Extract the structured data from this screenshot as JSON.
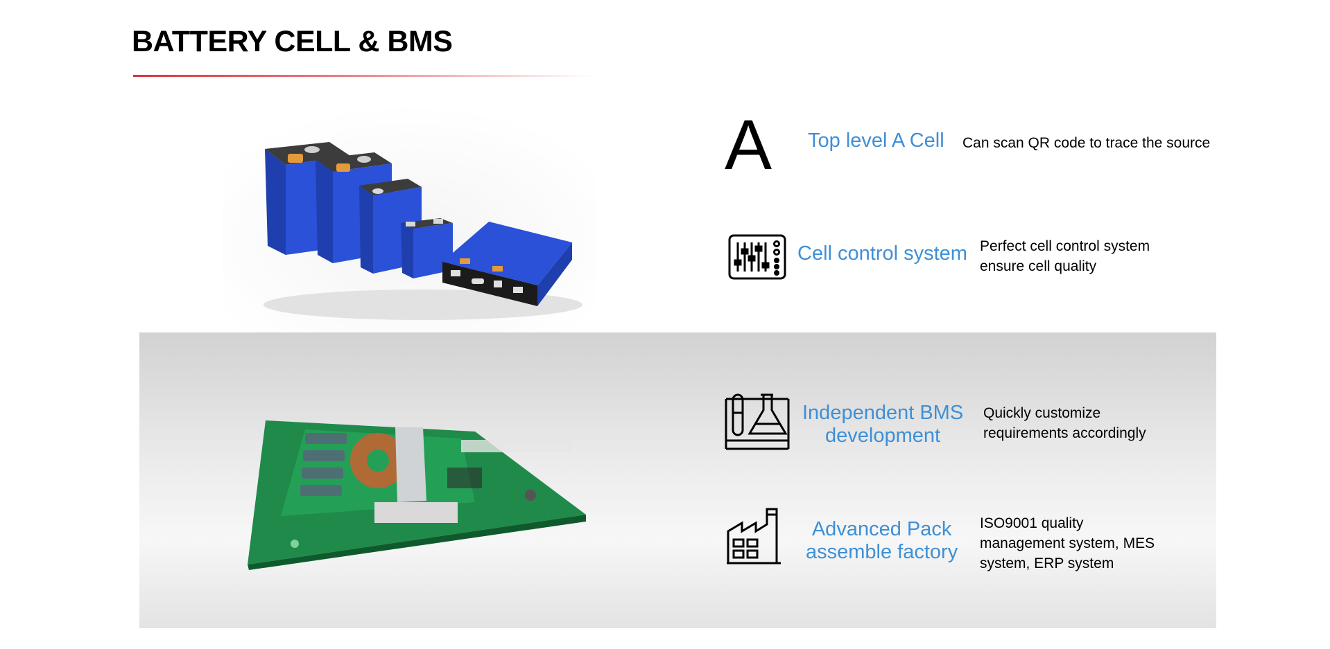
{
  "slide": {
    "title": "BATTERY CELL & BMS",
    "accent_color": "#d9323a",
    "feature_title_color": "#3e8fd6"
  },
  "images": {
    "cells_image_alt": "Blue prismatic LiFePO4 battery cells",
    "bms_image_alt": "Green BMS circuit board"
  },
  "features": [
    {
      "icon": "grade-a-letter",
      "icon_text": "A",
      "title_lines": [
        "Top level A Cell"
      ],
      "desc_lines": [
        "Can scan QR code to trace the source"
      ]
    },
    {
      "icon": "control-panel-icon",
      "title_lines": [
        "Cell control system"
      ],
      "desc_lines": [
        "Perfect cell control system",
        "ensure cell quality"
      ]
    },
    {
      "icon": "lab-flask-icon",
      "title_lines": [
        "Independent BMS",
        "development"
      ],
      "desc_lines": [
        "Quickly customize",
        "requirements accordingly"
      ]
    },
    {
      "icon": "factory-icon",
      "title_lines": [
        "Advanced Pack",
        "assemble factory"
      ],
      "desc_lines": [
        "ISO9001 quality",
        "management system, MES",
        "system, ERP system"
      ]
    }
  ]
}
